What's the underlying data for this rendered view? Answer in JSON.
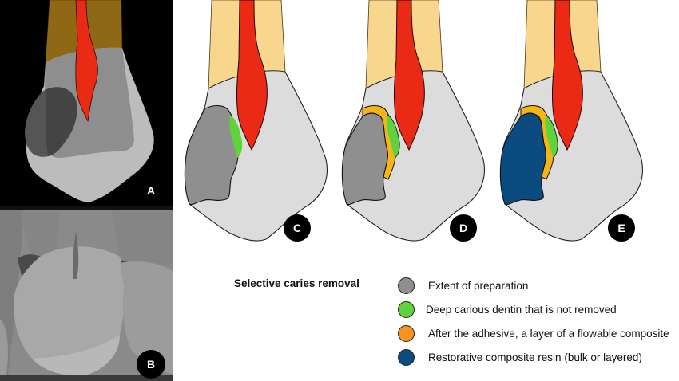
{
  "figure": {
    "panels": [
      {
        "id": "A",
        "label": "A",
        "type": "schematic-radiograph"
      },
      {
        "id": "B",
        "label": "B",
        "type": "radiograph-photo"
      },
      {
        "id": "C",
        "label": "C",
        "type": "tooth-diagram",
        "stage": "preparation"
      },
      {
        "id": "D",
        "label": "D",
        "type": "tooth-diagram",
        "stage": "flowable-liner"
      },
      {
        "id": "E",
        "label": "E",
        "type": "tooth-diagram",
        "stage": "restoration"
      }
    ],
    "colors": {
      "root": "#f8d68e",
      "crown": "#dcdcdc",
      "pulp": "#ea2a14",
      "preparation": "#8f8f8f",
      "carious_dentin": "#5fd33b",
      "flowable_composite": "#f6b517",
      "restorative_resin": "#0c4b80",
      "label_circle": "#000000"
    }
  },
  "legend": {
    "title": "Selective caries removal",
    "items": [
      {
        "label": "Extent of preparation",
        "color": "#8f8f8f"
      },
      {
        "label": "Deep carious dentin that is not removed",
        "color": "#5fd33b"
      },
      {
        "label": "After the adhesive, a layer of a flowable composite",
        "color": "#f7941d"
      },
      {
        "label": "Restorative composite resin (bulk or layered)",
        "color": "#0c4b80"
      }
    ]
  }
}
